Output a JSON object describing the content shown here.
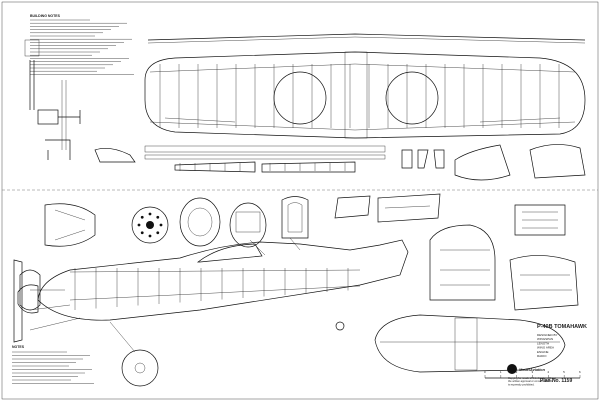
{
  "title_block": {
    "model_name": "P-40B TOMAHAWK",
    "spec_lines": [
      "DESIGNED BY",
      "WINGSPAN",
      "LENGTH",
      "WING AREA",
      "ENGINE",
      "RADIO"
    ],
    "publisher": "ModelAviation",
    "copying_notice": "Copying for resale of this drawing without the written approval or consent of AMA is expressly prohibited.",
    "plan_number": "Plan No. 1159",
    "scale_marks": [
      "0",
      "1",
      "2",
      "3",
      "4",
      "5",
      "6"
    ]
  },
  "notes": {
    "building_notes_heading": "BUILDING NOTES",
    "left_column_lines": 18,
    "bottom_left_heading": "NOTES"
  }
}
